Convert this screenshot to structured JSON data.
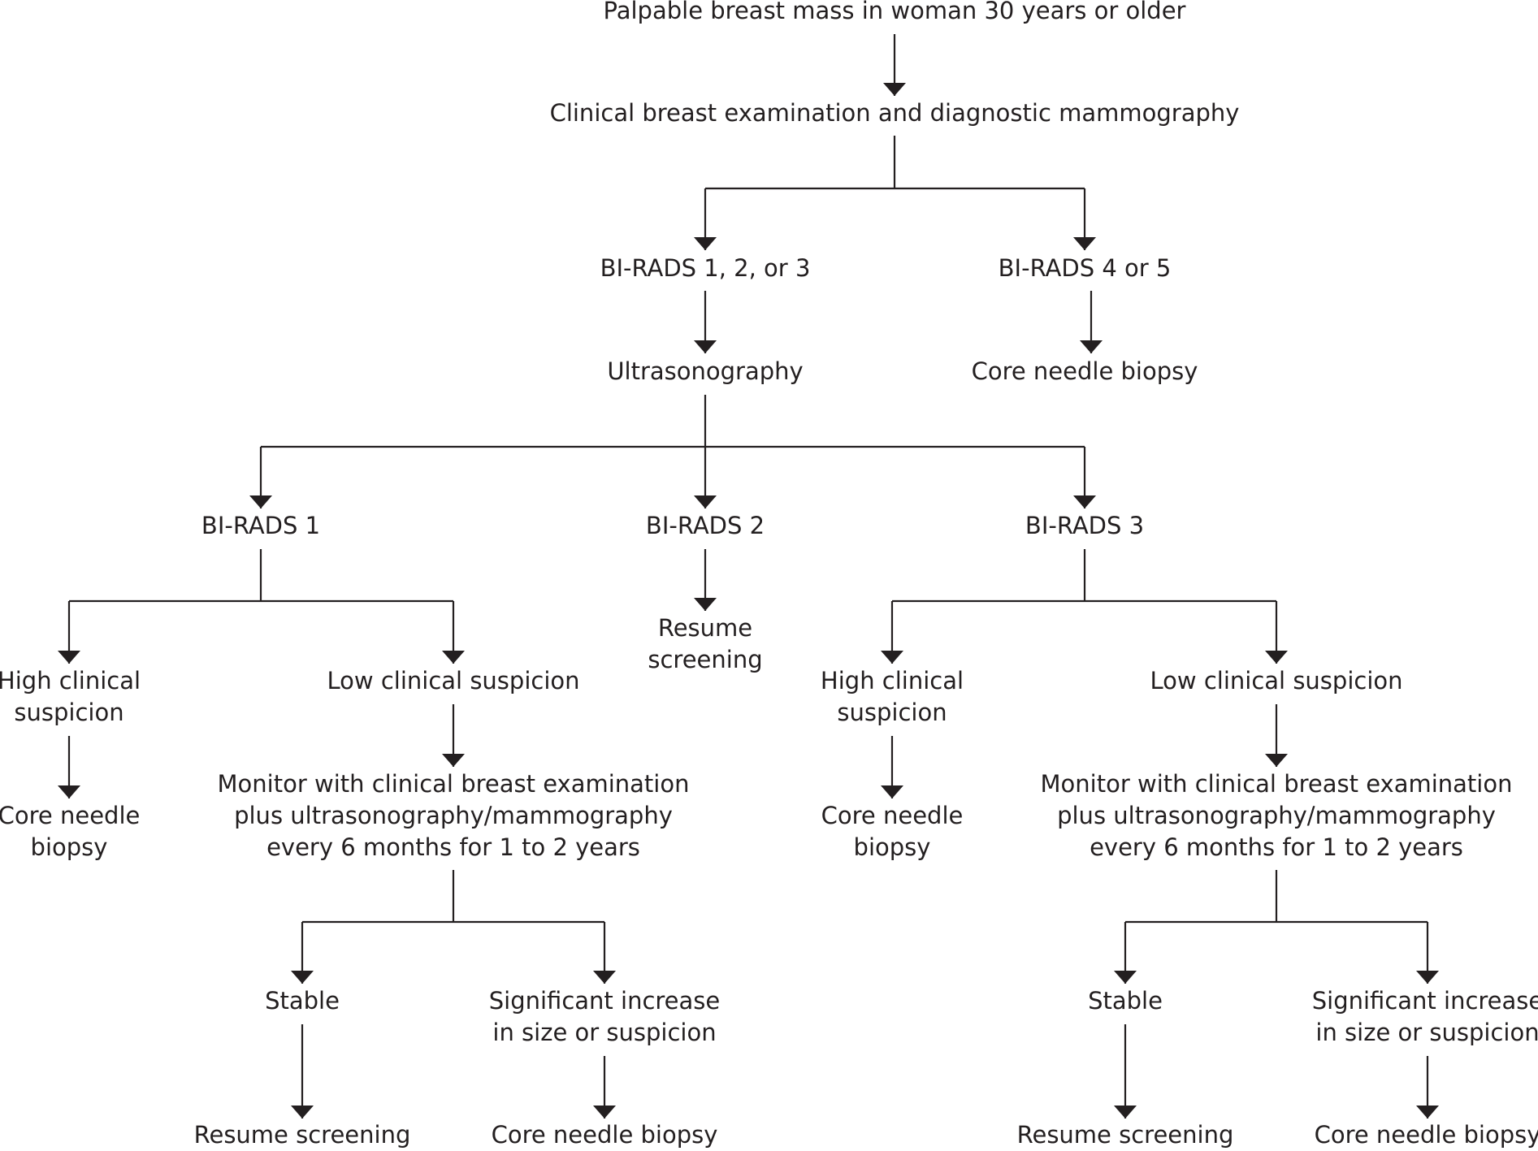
{
  "diagram": {
    "colors": {
      "line": "#231f20",
      "text": "#231f20",
      "background": "#ffffff"
    },
    "nodes": {
      "start": [
        "Palpable breast mass in woman 30 years or older"
      ],
      "exam": [
        "Clinical breast examination and diagnostic mammography"
      ],
      "birads123": [
        "BI-RADS 1, 2, or 3"
      ],
      "birads45": [
        "BI-RADS 4 or 5"
      ],
      "ultrasound": [
        "Ultrasonography"
      ],
      "biopsy_top": [
        "Core needle biopsy"
      ],
      "us_birads1": [
        "BI-RADS 1"
      ],
      "us_birads2": [
        "BI-RADS 2"
      ],
      "us_birads3": [
        "BI-RADS 3"
      ],
      "resume_b2": [
        "Resume",
        "screening"
      ],
      "b1_high": [
        "High clinical",
        "suspicion"
      ],
      "b1_low": [
        "Low clinical suspicion"
      ],
      "b3_high": [
        "High clinical",
        "suspicion"
      ],
      "b3_low": [
        "Low clinical suspicion"
      ],
      "b1_high_biopsy": [
        "Core needle",
        "biopsy"
      ],
      "b3_high_biopsy": [
        "Core needle",
        "biopsy"
      ],
      "b1_monitor": [
        "Monitor with clinical breast examination",
        "plus ultrasonography/mammography",
        "every 6 months for 1 to 2 years"
      ],
      "b3_monitor": [
        "Monitor with clinical breast examination",
        "plus ultrasonography/mammography",
        "every 6 months for 1 to 2 years"
      ],
      "b1_stable": [
        "Stable"
      ],
      "b1_increase": [
        "Significant increase",
        "in size or suspicion"
      ],
      "b3_stable": [
        "Stable"
      ],
      "b3_increase": [
        "Significant increase",
        "in size or suspicion"
      ],
      "b1_resume": [
        "Resume screening"
      ],
      "b1_biopsy": [
        "Core needle biopsy"
      ],
      "b3_resume": [
        "Resume screening"
      ],
      "b3_biopsy": [
        "Core needle biopsy"
      ]
    }
  }
}
